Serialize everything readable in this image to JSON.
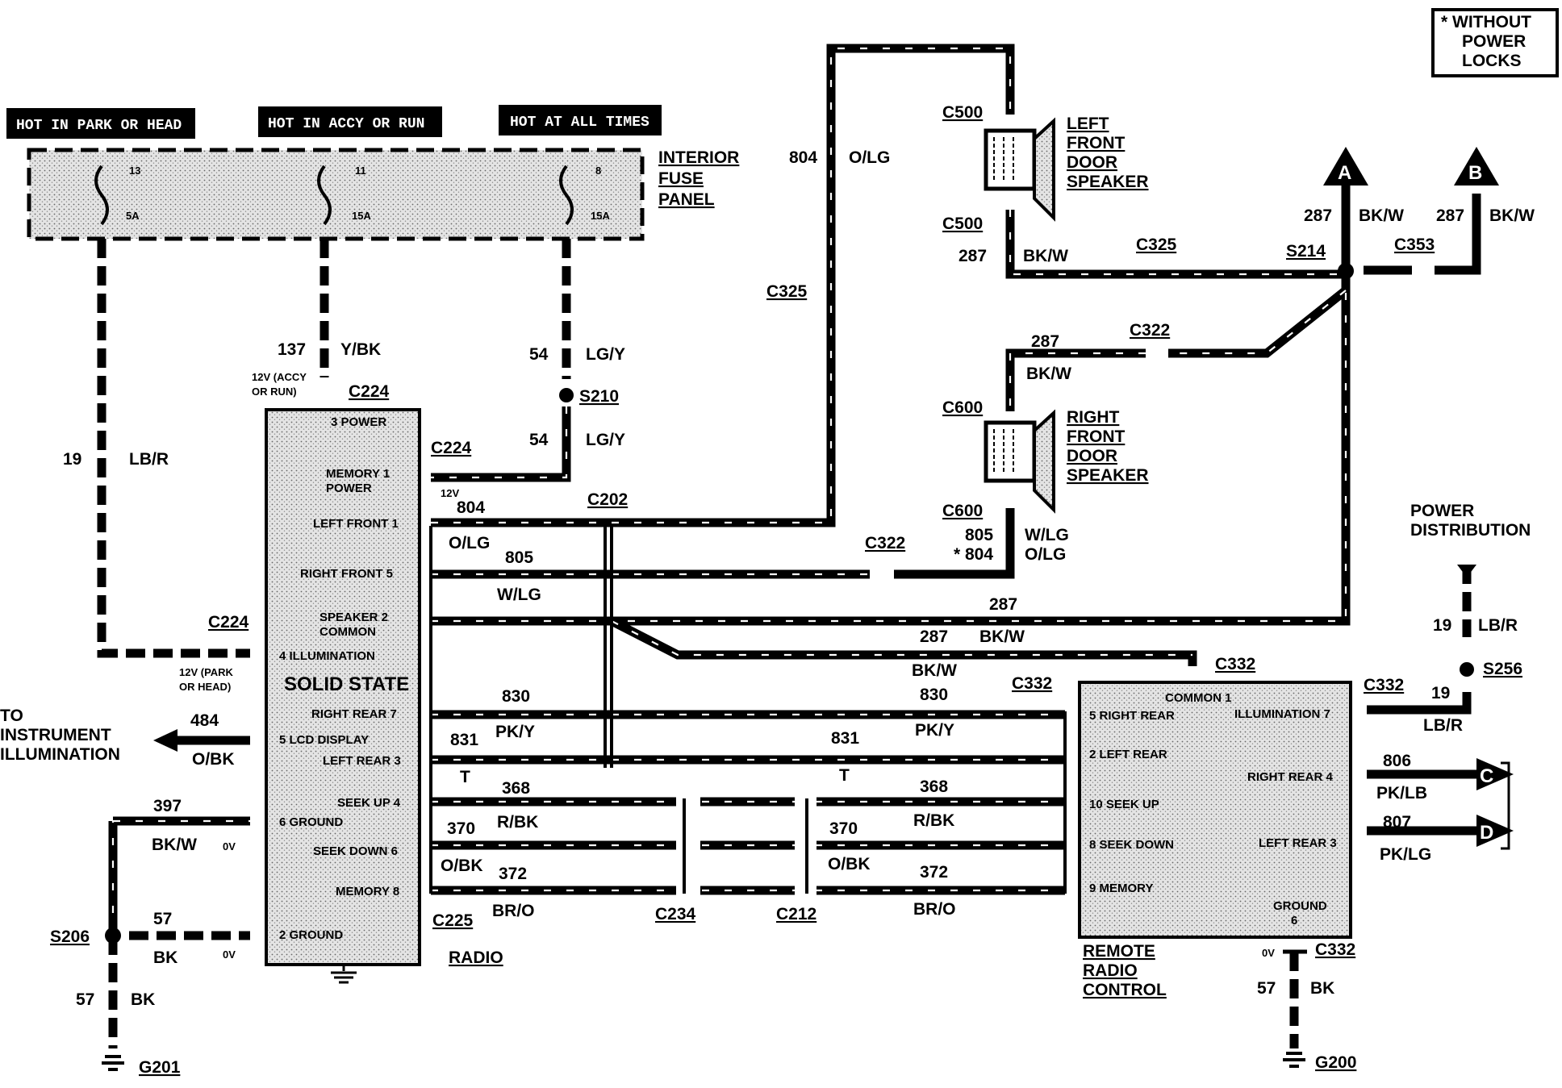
{
  "headers": {
    "park_or_head": "HOT IN PARK OR HEAD",
    "accy_or_run": "HOT IN ACCY OR RUN",
    "all_times": "HOT AT ALL TIMES"
  },
  "note": {
    "line1": "* WITHOUT",
    "line2": "POWER",
    "line3": "LOCKS"
  },
  "fuse_panel": {
    "label1": "INTERIOR",
    "label2": "FUSE",
    "label3": "PANEL",
    "fuses": [
      {
        "num": "13",
        "amps": "5A"
      },
      {
        "num": "11",
        "amps": "15A"
      },
      {
        "num": "8",
        "amps": "15A"
      }
    ]
  },
  "wires": {
    "w19": "19",
    "w19_color": "LB/R",
    "w137": "137",
    "w137_color": "Y/BK",
    "w54a": "54",
    "w54a_color": "LG/Y",
    "w54b": "54",
    "w54b_color": "LG/Y",
    "w804": "804",
    "w804_color": "O/LG",
    "w804b": "804",
    "w804b_color": "O/LG",
    "w805": "805",
    "w805_color": "W/LG",
    "w805b": "805",
    "w805b_color": "W/LG",
    "w804c": "* 804",
    "w804c_color": "O/LG",
    "w287a": "287",
    "w287a_color": "BK/W",
    "w287b": "287",
    "w287b_color": "BK/W",
    "w287c": "287",
    "w287c_color": "BK/W",
    "w287d": "287",
    "w287d_color": "BK/W",
    "w287e": "287",
    "w287f": "287",
    "w287f_color": "BK/W",
    "w287f_color2": "BK/W",
    "w830a": "830",
    "w830b": "830",
    "w831a": "831",
    "w831a_color": "PK/Y",
    "w831b": "831",
    "w831b_color": "PK/Y",
    "wT1": "T",
    "wT2": "T",
    "w368a": "368",
    "w368b": "368",
    "w370a": "370",
    "w370a_color": "R/BK",
    "w370b": "370",
    "w370b_color": "R/BK",
    "w372a": "372",
    "w372a_color": "O/BK",
    "w372b": "372",
    "w372b_color": "O/BK",
    "w372_color_lower_a": "BR/O",
    "w372_color_lower_b": "BR/O",
    "w484": "484",
    "w484_color": "O/BK",
    "w397": "397",
    "w397_color": "BK/W",
    "w57a": "57",
    "w57a_color": "BK",
    "w57b": "57",
    "w57b_color": "BK",
    "w57c": "57",
    "w57c_color": "BK",
    "w19b": "19",
    "w19b_color": "LB/R",
    "w19c": "19",
    "w19c_color": "LB/R",
    "w806": "806",
    "w806_color": "PK/LB",
    "w807": "807",
    "w807_color": "PK/LG",
    "zero_v": "0V"
  },
  "connectors": {
    "c224a": "C224",
    "c224b": "C224",
    "c224c": "C224",
    "c325a": "C325",
    "c325b": "C325",
    "c500a": "C500",
    "c500b": "C500",
    "c600a": "C600",
    "c600b": "C600",
    "c322a": "C322",
    "c322b": "C322",
    "c353": "C353",
    "c202": "C202",
    "c332a": "C332",
    "c332b": "C332",
    "c332c": "C332",
    "c332d": "C332",
    "c225": "C225",
    "c234": "C234",
    "c212": "C212",
    "s210": "S210",
    "s214": "S214",
    "s206": "S206",
    "s256": "S256",
    "g201": "G201",
    "g200": "G200"
  },
  "notes_small": {
    "accy_run_12v_1": "12V (ACCY",
    "accy_run_12v_2": "OR RUN)",
    "park_head_12v_1": "12V (PARK",
    "park_head_12v_2": "OR HEAD)",
    "v12": "12V"
  },
  "radio": {
    "title": "SOLID STATE",
    "caption": "RADIO",
    "pins": {
      "power": "3 POWER",
      "memory_power_1": "MEMORY 1",
      "memory_power_2": "POWER",
      "left_front": "LEFT FRONT 1",
      "right_front": "RIGHT FRONT 5",
      "speaker_common_1": "SPEAKER 2",
      "speaker_common_2": "COMMON",
      "illumination": "4 ILLUMINATION",
      "right_rear": "RIGHT REAR 7",
      "lcd_display": "5 LCD DISPLAY",
      "left_rear": "LEFT REAR 3",
      "seek_up": "SEEK UP 4",
      "ground_6": "6 GROUND",
      "seek_down": "SEEK DOWN 6",
      "memory": "MEMORY 8",
      "ground_2": "2 GROUND"
    }
  },
  "remote": {
    "caption1": "REMOTE",
    "caption2": "RADIO",
    "caption3": "CONTROL",
    "pins": {
      "common": "COMMON 1",
      "right_rear_5": "5 RIGHT REAR",
      "illumination": "ILLUMINATION 7",
      "left_rear_2": "2 LEFT REAR",
      "right_rear_4": "RIGHT REAR 4",
      "seek_up": "10 SEEK UP",
      "seek_down": "8 SEEK DOWN",
      "left_rear_3": "LEFT REAR 3",
      "memory": "9 MEMORY",
      "ground_1": "GROUND",
      "ground_2": "6"
    }
  },
  "speakers": {
    "left1": "LEFT",
    "left2": "FRONT",
    "left3": "DOOR",
    "left4": "SPEAKER",
    "right1": "RIGHT",
    "right2": "FRONT",
    "right3": "DOOR",
    "right4": "SPEAKER"
  },
  "offpage": {
    "a": "A",
    "b": "B",
    "c": "C",
    "d": "D",
    "to_instr1": "TO",
    "to_instr2": "INSTRUMENT",
    "to_instr3": "ILLUMINATION",
    "power_dist1": "POWER",
    "power_dist2": "DISTRIBUTION"
  }
}
